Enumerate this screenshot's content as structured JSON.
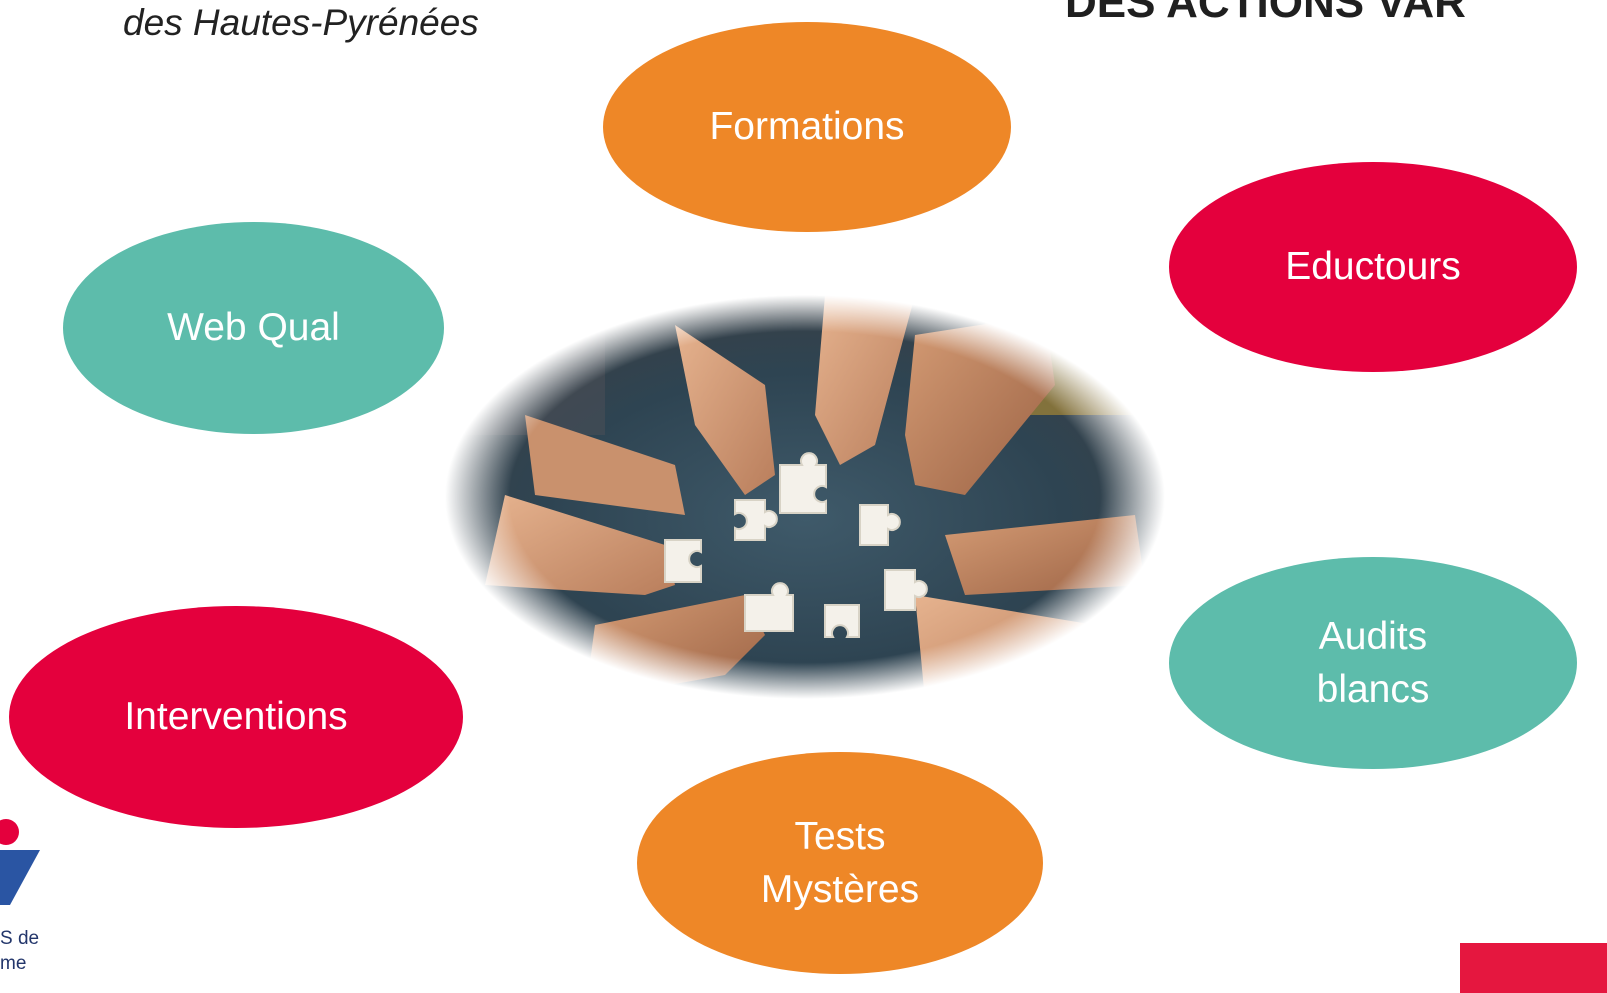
{
  "slide": {
    "subtitle": "des Hautes-Pyrénées",
    "heading": "DES ACTIONS VAR"
  },
  "bubbles": {
    "formations": "Formations",
    "eductours": "Eductours",
    "web_qual": "Web Qual",
    "audits_line1": "Audits",
    "audits_line2": "blancs",
    "interventions": "Interventions",
    "tests_line1": "Tests",
    "tests_line2": "Mystères"
  },
  "logo": {
    "line1": "S de",
    "line2": "me"
  },
  "colors": {
    "orange": "#ee8727",
    "teal": "#5dbcab",
    "red": "#e4003d",
    "logo_blue": "#23366b"
  }
}
